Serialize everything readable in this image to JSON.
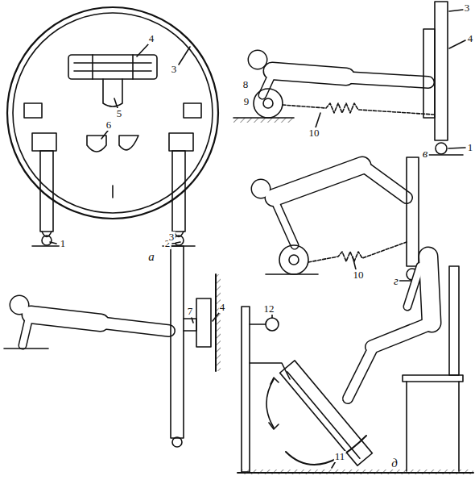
{
  "diagram": {
    "labels": [
      "4",
      "3",
      "5",
      "6",
      "1",
      "2",
      "а",
      "3",
      "4",
      "8",
      "9",
      "10",
      "1",
      "в",
      "10",
      "г",
      "3",
      "7",
      "4",
      "12",
      "11",
      "д"
    ]
  }
}
